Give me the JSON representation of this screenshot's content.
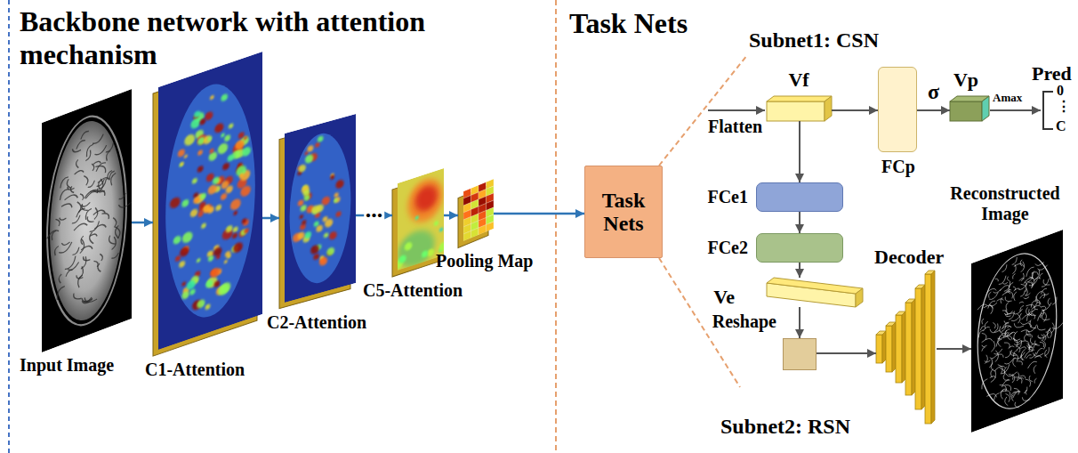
{
  "diagram": {
    "nodes": [
      {
        "text": [
          "Input Image"
        ]
      },
      {
        "text": [
          "C1-Attention"
        ]
      },
      {
        "text": [
          "C2-Attention"
        ]
      },
      {
        "text": [
          "C5-Attention"
        ]
      },
      {
        "text": [
          "Pooling Map"
        ]
      },
      {
        "text": [
          "Task Nets"
        ]
      },
      {
        "text": [
          "Vf"
        ]
      },
      {
        "text": [
          "FCp"
        ]
      },
      {
        "text": [
          "Vp"
        ]
      },
      {
        "text": [
          "FCe1"
        ]
      },
      {
        "text": [
          "FCe2"
        ]
      },
      {
        "text": [
          "Ve"
        ]
      },
      {
        "text": [
          "Reshape"
        ]
      },
      {
        "text": [
          "Decoder"
        ]
      },
      {
        "text": [
          "Reconstructed Image"
        ]
      }
    ],
    "edges": [
      {
        "from": 0,
        "to": 1,
        "arrow": "to"
      },
      {
        "from": 1,
        "to": 2,
        "arrow": "to"
      },
      {
        "from": 2,
        "to": 3,
        "label": "...",
        "arrow": "to"
      },
      {
        "from": 3,
        "to": 4,
        "arrow": "to"
      },
      {
        "from": 4,
        "to": 5,
        "arrow": "to"
      },
      {
        "from": 6,
        "to": 7,
        "arrow": "to"
      },
      {
        "from": 7,
        "to": 8,
        "label": "σ",
        "arrow": "to"
      },
      {
        "from": 6,
        "to": 9,
        "arrow": "to"
      },
      {
        "from": 9,
        "to": 10,
        "arrow": "to"
      },
      {
        "from": 10,
        "to": 11,
        "arrow": "to"
      },
      {
        "from": 11,
        "to": 12,
        "arrow": "to"
      },
      {
        "from": 12,
        "to": 13,
        "arrow": "to"
      },
      {
        "from": 13,
        "to": 14,
        "arrow": "to"
      }
    ],
    "labels": [
      "Backbone network with attention mechanism",
      "Task Nets",
      "Subnet1: CSN",
      "Flatten",
      "Amax",
      "Pred",
      "0",
      "⋮",
      "C",
      "Subnet2: RSN"
    ]
  }
}
